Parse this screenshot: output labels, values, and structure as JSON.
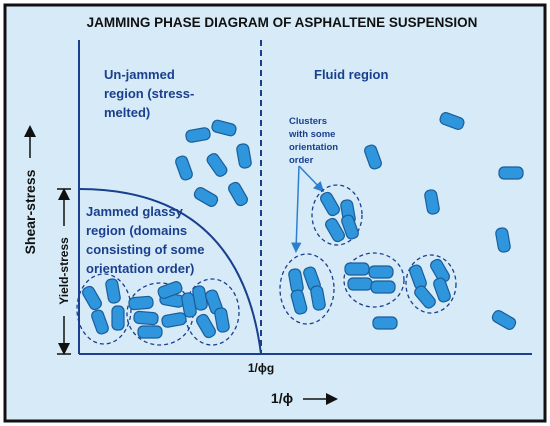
{
  "title": "JAMMING PHASE DIAGRAM OF ASPHALTENE SUSPENSION",
  "regions": {
    "unjammed": [
      "Un-jammed",
      "region (stress-",
      "melted)"
    ],
    "fluid": "Fluid region",
    "jammed": [
      "Jammed glassy",
      "region (domains",
      "consisting of some",
      "orientation order)"
    ]
  },
  "annotation": [
    "Clusters",
    "with some",
    "orientation",
    "order"
  ],
  "axes": {
    "y_label": "Shear-stress",
    "y_marker": "Yield-stress",
    "x_label": "1/ϕ",
    "x_marker": "1/ϕg"
  },
  "colors": {
    "background": "#d6ebf7",
    "frame": "#111111",
    "boundary": "#1a3f8f",
    "particle_fill": "#2f95dd",
    "particle_stroke": "#1b5e9a",
    "text_blue": "#1a3f8f"
  }
}
